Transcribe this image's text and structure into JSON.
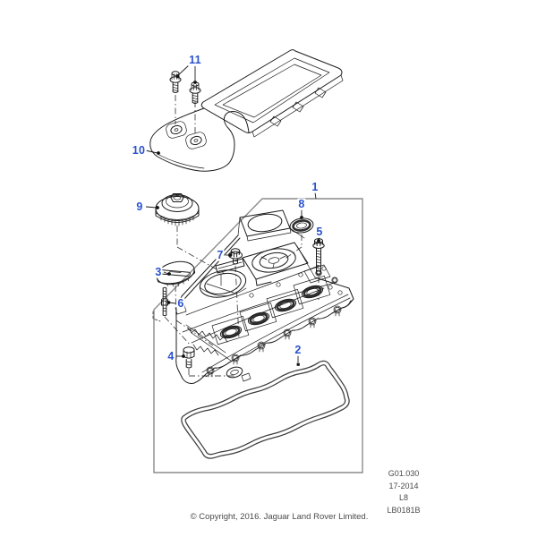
{
  "diagram": {
    "callouts": [
      {
        "number": "1"
      },
      {
        "number": "2"
      },
      {
        "number": "3"
      },
      {
        "number": "4"
      },
      {
        "number": "5"
      },
      {
        "number": "6"
      },
      {
        "number": "7"
      },
      {
        "number": "8"
      },
      {
        "number": "9"
      },
      {
        "number": "10"
      },
      {
        "number": "11"
      }
    ]
  },
  "reference_block": {
    "lines": [
      "G01.030",
      "17-2014",
      "L8",
      "LB0181B"
    ]
  },
  "footer": {
    "copyright": "© Copyright, 2016. Jaguar Land Rover Limited."
  },
  "colors": {
    "callout": "#2a52cc",
    "line_art": "#1c1c1c",
    "view_border": "#8c8c8c",
    "footer_text": "#4a4a4a",
    "background": "#ffffff"
  }
}
